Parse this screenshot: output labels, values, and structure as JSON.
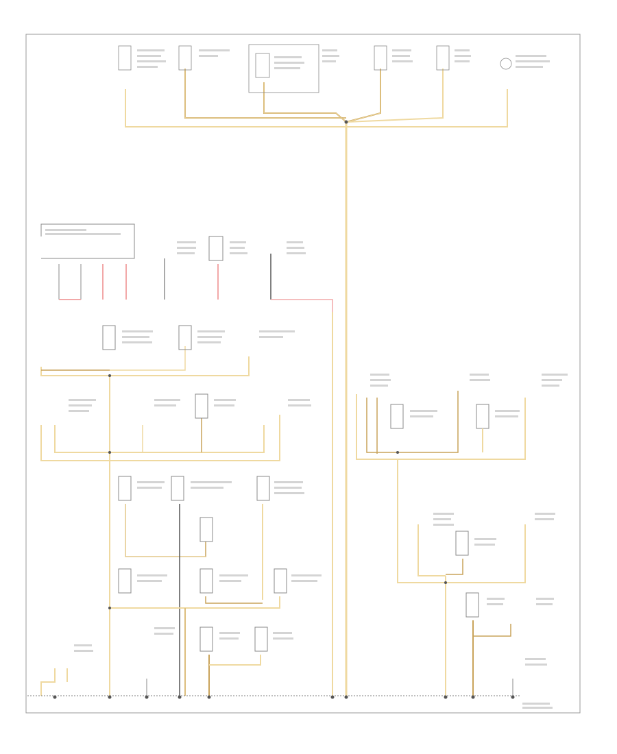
{
  "diagram": {
    "footer_label": "",
    "center_title": "",
    "colors": {
      "border": "#9a9a9a",
      "wire_yellow": "#efd9a0",
      "wire_tan": "#c9a35a",
      "wire_red": "#f2a8a8",
      "wire_dark": "#555555",
      "component": "#888888",
      "text": "#999999"
    },
    "components": [
      {
        "id": "top-1"
      },
      {
        "id": "top-2"
      },
      {
        "id": "top-3"
      },
      {
        "id": "top-4"
      },
      {
        "id": "top-5"
      },
      {
        "id": "top-bulb"
      },
      {
        "id": "mid-connector-strip"
      },
      {
        "id": "mid-switch-a"
      },
      {
        "id": "mid-switch-b"
      },
      {
        "id": "mid-switch-c"
      },
      {
        "id": "row3-a"
      },
      {
        "id": "row3-b"
      },
      {
        "id": "row3-c"
      },
      {
        "id": "row3-d"
      },
      {
        "id": "row4-a"
      },
      {
        "id": "row4-b"
      },
      {
        "id": "row4-c"
      },
      {
        "id": "row4-d"
      },
      {
        "id": "row5-a"
      },
      {
        "id": "row5-b"
      },
      {
        "id": "row5-c"
      },
      {
        "id": "row5-d"
      },
      {
        "id": "row6-a"
      },
      {
        "id": "row6-b"
      },
      {
        "id": "row6-c"
      },
      {
        "id": "row7-a"
      },
      {
        "id": "row7-b"
      },
      {
        "id": "row7-c"
      },
      {
        "id": "right-a"
      },
      {
        "id": "right-b"
      },
      {
        "id": "right-c"
      },
      {
        "id": "right-d"
      },
      {
        "id": "right-e"
      },
      {
        "id": "right-f"
      },
      {
        "id": "right-g"
      },
      {
        "id": "right-h"
      }
    ]
  }
}
